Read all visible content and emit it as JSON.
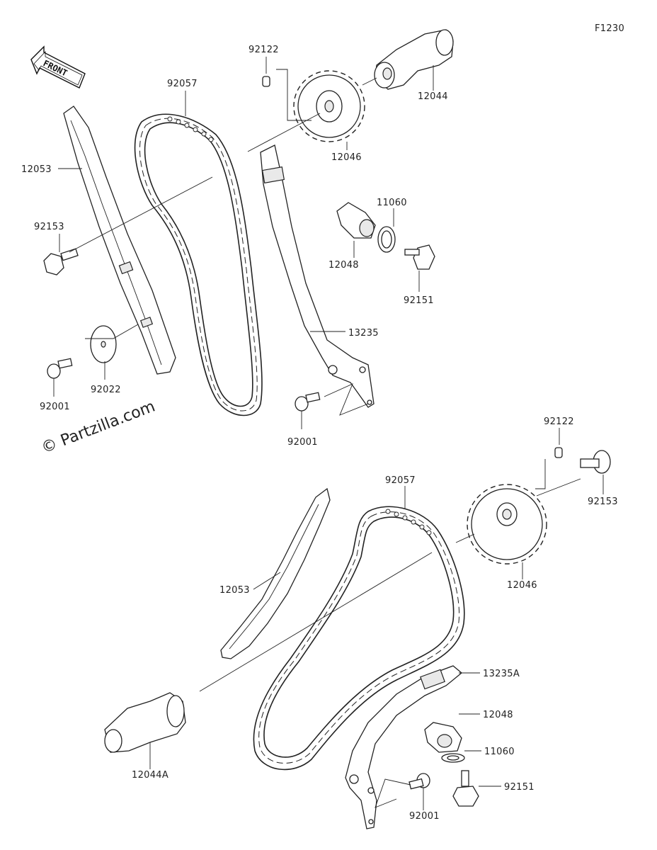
{
  "figure_code": "F1230",
  "watermark": "© Partzilla.com",
  "front_arrow_label": "FRONT",
  "labels": {
    "p92122_top": "92122",
    "p12044": "12044",
    "p92057_top": "92057",
    "p12046_top": "12046",
    "p12053_top": "12053",
    "p92153_top": "92153",
    "p11060_top": "11060",
    "p12048_top": "12048",
    "p92151_top": "92151",
    "p13235": "13235",
    "p92022": "92022",
    "p92001_left": "92001",
    "p92001_mid": "92001",
    "p92122_bot": "92122",
    "p92153_bot": "92153",
    "p92057_bot": "92057",
    "p12046_bot": "12046",
    "p12053_bot": "12053",
    "p13235A": "13235A",
    "p12048_bot": "12048",
    "p11060_bot": "11060",
    "p92151_bot": "92151",
    "p12044A": "12044A",
    "p92001_bot": "92001"
  }
}
